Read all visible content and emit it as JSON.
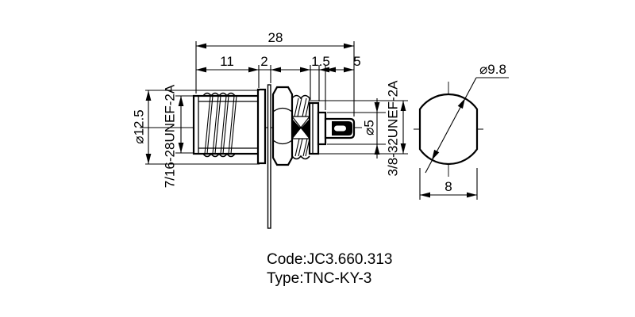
{
  "colors": {
    "ink": "#000000",
    "background": "#ffffff"
  },
  "side_view": {
    "dim_overall_length": "28",
    "dim_body_length": "11",
    "dim_flange_thickness": "2",
    "dim_washer_thickness": "1.5",
    "dim_pin_length": "5",
    "dia_body": "⌀12.5",
    "thread_front": "7/16-28UNEF-2A",
    "dia_pin": "⌀5",
    "thread_rear": "3/8-32UNEF-2A"
  },
  "end_view": {
    "dia_circle": "⌀9.8",
    "width_across_flats": "8"
  },
  "footer": {
    "code_line": "Code:JC3.660.313",
    "type_line": "Type:TNC-KY-3"
  }
}
